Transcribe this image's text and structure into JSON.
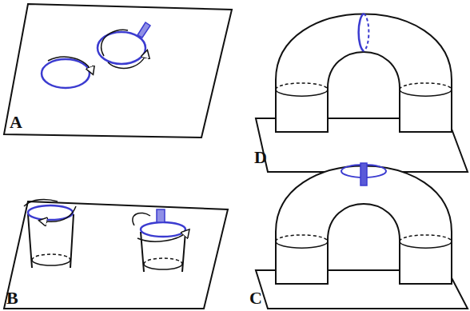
{
  "diagram": {
    "labels": [
      "A",
      "D",
      "B",
      "C"
    ]
  }
}
